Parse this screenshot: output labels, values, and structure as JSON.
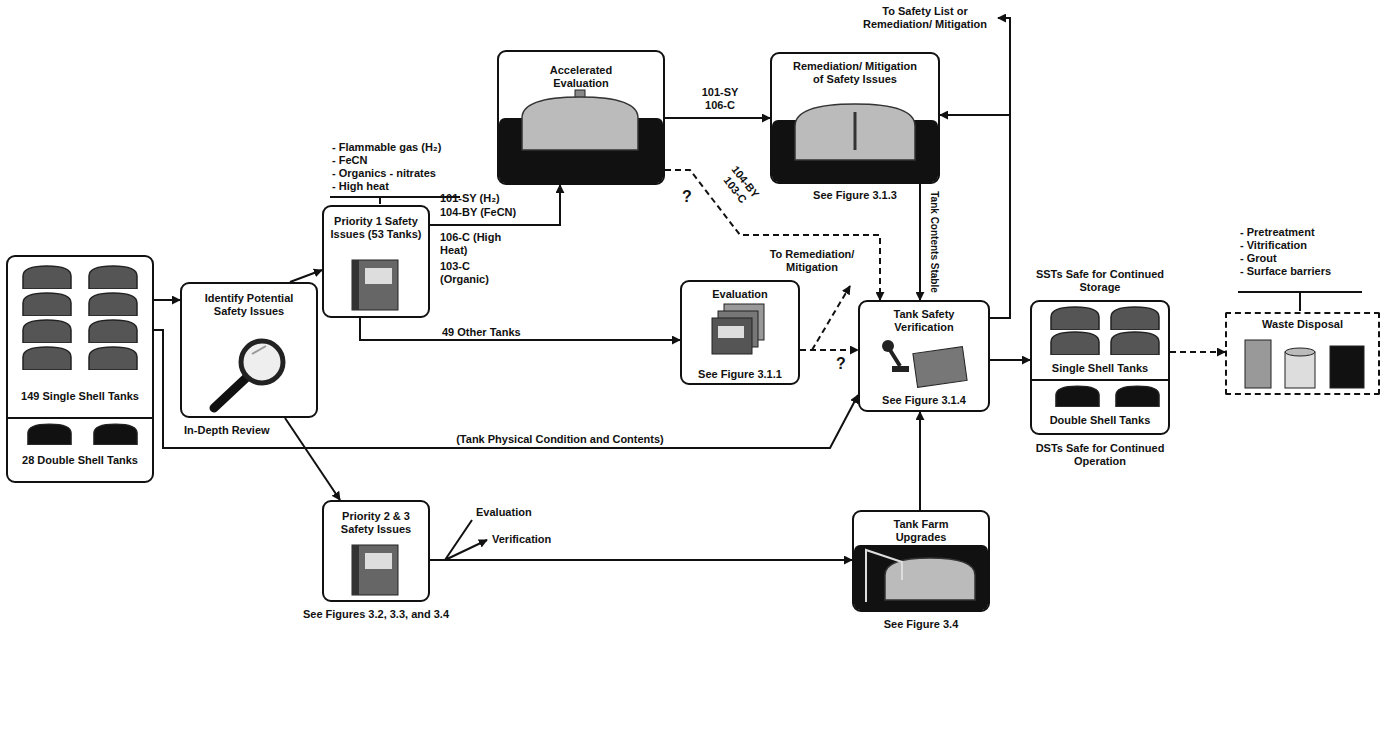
{
  "diagram": {
    "nodes": [
      {
        "text": [
          "149 Single Shell Tanks",
          "28 Double Shell Tanks"
        ]
      },
      {
        "text": [
          "Identify Potential Safety Issues"
        ]
      },
      {
        "text": [
          "Priority 1 Safety Issues (53 Tanks)"
        ]
      },
      {
        "text": [
          "Accelerated Evaluation"
        ]
      },
      {
        "text": [
          "Remediation/ Mitigation of Safety Issues",
          "See Figure 3.1.3"
        ]
      },
      {
        "text": [
          "Evaluation",
          "See Figure 3.1.1"
        ]
      },
      {
        "text": [
          "Tank Safety Verification",
          "See Figure 3.1.4"
        ]
      },
      {
        "text": [
          "SSTs Safe for Continued Storage",
          "Single Shell Tanks",
          "Double Shell Tanks",
          "DSTs Safe for Continued Operation"
        ]
      },
      {
        "text": [
          "Waste Disposal"
        ]
      },
      {
        "text": [
          "Priority 2 & 3 Safety Issues",
          "See Figures 3.2, 3.3, and 3.4"
        ]
      },
      {
        "text": [
          "Tank Farm Upgrades",
          "See Figure 3.4"
        ]
      }
    ],
    "edges": [
      {
        "from": 0,
        "to": 1,
        "arrow": "to"
      },
      {
        "from": 0,
        "to": 6,
        "label": "(Tank Physical Condition and Contents)",
        "arrow": "to"
      },
      {
        "from": 1,
        "to": 2,
        "arrow": "to"
      },
      {
        "from": 1,
        "to": 9,
        "arrow": "to"
      },
      {
        "from": 2,
        "to": 3,
        "arrow": "to"
      },
      {
        "from": 3,
        "to": 4,
        "label": "101-SY 106-C",
        "arrow": "to"
      },
      {
        "from": 3,
        "to": 6,
        "label": "104-BY 103-C",
        "arrow": "to"
      },
      {
        "from": 4,
        "to": 6,
        "label": "Tank Contents Stable",
        "arrow": "to"
      },
      {
        "from": 6,
        "to": 4,
        "arrow": "to"
      },
      {
        "from": 2,
        "to": 5,
        "label": "49 Other Tanks",
        "arrow": "to"
      },
      {
        "from": 5,
        "to": 6,
        "arrow": "to"
      },
      {
        "from": 6,
        "to": 7,
        "arrow": "to"
      },
      {
        "from": 7,
        "to": 8,
        "arrow": "to"
      },
      {
        "from": 9,
        "to": 10,
        "arrow": "to"
      },
      {
        "from": 10,
        "to": 6,
        "arrow": "to"
      }
    ],
    "labels": [
      "- Flammable gas (H₂)",
      "- FeCN",
      "- Organics - nitrates",
      "- High heat",
      "101-SY (H₂)",
      "104-BY (FeCN)",
      "106-C (High Heat)",
      "103-C (Organic)",
      "?",
      "To Safety List or Remediation/ Mitigation",
      "To Remediation/ Mitigation",
      "?",
      "In-Depth Review",
      "Evaluation",
      "Verification",
      "- Pretreatment",
      "- Vitrification",
      "- Grout",
      "- Surface barriers"
    ]
  }
}
